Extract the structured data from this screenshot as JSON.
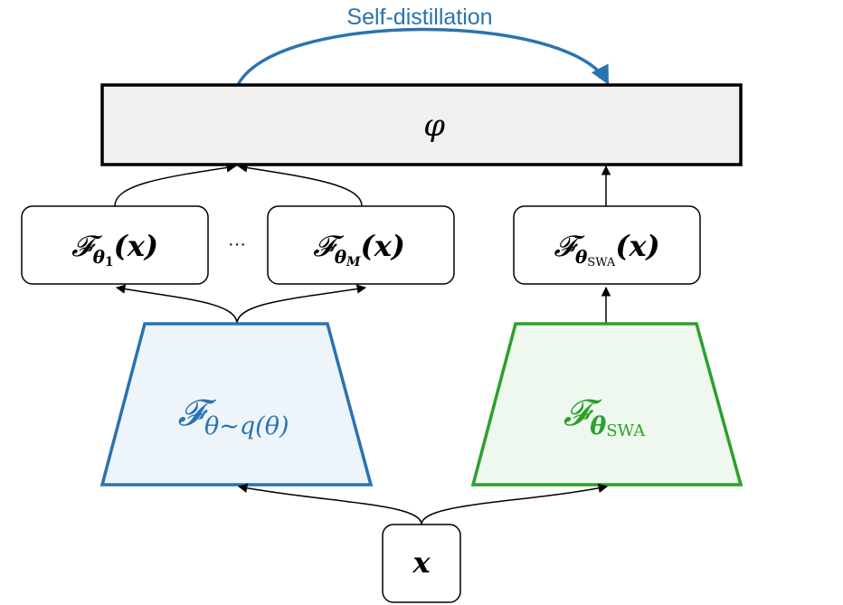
{
  "title": "Self-distillation",
  "phi_label": "φ",
  "output_box_1": {
    "F": "𝓕",
    "sub": "θ",
    "sub2": "1",
    "arg": "(x)"
  },
  "ellipsis": "···",
  "output_box_m": {
    "F": "𝓕",
    "sub": "θ",
    "sub2": "M",
    "arg": "(x)"
  },
  "output_box_swa": {
    "F": "𝓕",
    "sub": "θ",
    "sub2": "SWA",
    "arg": "(x)"
  },
  "ensemble_model": {
    "F": "𝓕",
    "sub": "θ∼q(θ)"
  },
  "swa_model": {
    "F": "𝓕",
    "sub": "θ",
    "sub2": "SWA"
  },
  "input_label": "x",
  "colors": {
    "blue": "#2a73b0",
    "blue_fill": "#eef5fa",
    "green": "#2ca02c",
    "green_fill": "#eef8ee",
    "phi_fill": "#f0f0f0",
    "stroke": "#000000"
  }
}
